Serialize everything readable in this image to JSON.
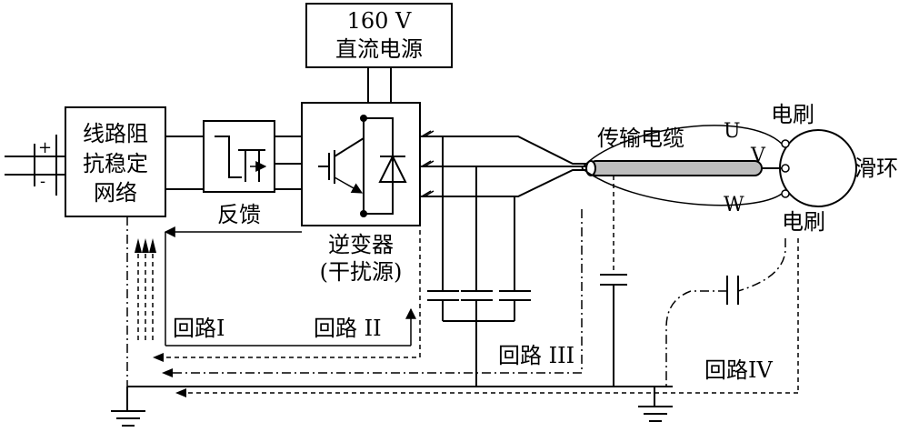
{
  "labels": {
    "dc_source_line1": "160 V",
    "dc_source_line2": "直流电源",
    "network_line1": "线路阻",
    "network_line2": "抗稳定",
    "network_line3": "网络",
    "feedback": "反馈",
    "inverter_line1": "逆变器",
    "inverter_line2": "(干扰源)",
    "cable": "传输电缆",
    "phase_u": "U",
    "phase_v": "V",
    "phase_w": "W",
    "brush_top": "电刷",
    "brush_bottom": "电刷",
    "slip_ring": "滑环",
    "loop1": "回路I",
    "loop2": "回路 II",
    "loop3": "回路 III",
    "loop4": "回路IV",
    "plus": "+",
    "minus": "-"
  }
}
